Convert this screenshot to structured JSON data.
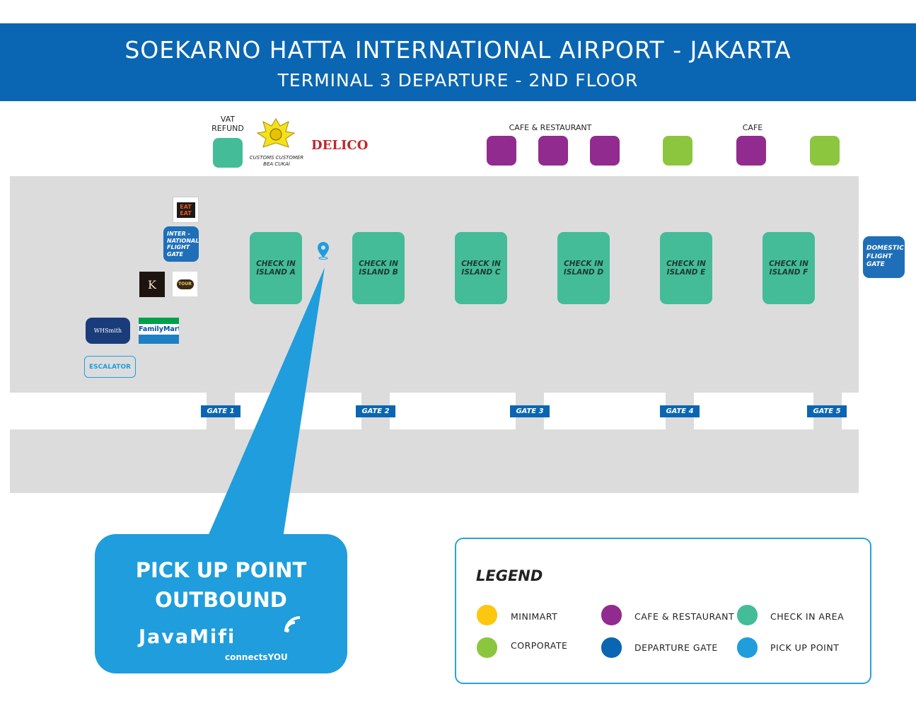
{
  "header": {
    "title": "SOEKARNO HATTA INTERNATIONAL AIRPORT - JAKARTA",
    "subtitle": "TERMINAL 3 DEPARTURE - 2ND FLOOR"
  },
  "top_row": {
    "vat_refund": "VAT\nREFUND",
    "customs": "CUSTOMS CUSTOMER\nBEA CUKAI",
    "delico": "DELICO",
    "cafe_restaurant": "CAFE & RESTAURANT",
    "cafe": "CAFE"
  },
  "left_shops": {
    "eat_eat": "EAT EAT",
    "intl_gate": "INTER -\nNATIONAL\nFLIGHT\nGATE",
    "kafe": "K",
    "tour": "TOUR",
    "wh": "WHSmith",
    "familymart": "FamilyMart",
    "escalator": "ESCALATOR"
  },
  "domestic_gate": "DOMESTIC\nFLIGHT\nGATE",
  "islands": [
    "CHECK IN\nISLAND A",
    "CHECK IN\nISLAND B",
    "CHECK IN\nISLAND C",
    "CHECK IN\nISLAND D",
    "CHECK IN\nISLAND E",
    "CHECK IN\nISLAND F"
  ],
  "gates": [
    "GATE 1",
    "GATE 2",
    "GATE 3",
    "GATE 4",
    "GATE 5"
  ],
  "pickup": {
    "line1": "PICK UP POINT",
    "line2": "OUTBOUND",
    "brand": "JavaMifi",
    "tagline": "connectsYOU"
  },
  "legend": {
    "title": "LEGEND",
    "items": [
      {
        "label": "MINIMART",
        "color": "#fdc70f"
      },
      {
        "label": "CORPORATE",
        "color": "#8cc63f"
      },
      {
        "label": "CAFE & RESTAURANT",
        "color": "#922b8f"
      },
      {
        "label": "DEPARTURE GATE",
        "color": "#0a66b2"
      },
      {
        "label": "CHECK IN AREA",
        "color": "#44bc98"
      },
      {
        "label": "PICK UP POINT",
        "color": "#1f9ddd"
      }
    ]
  },
  "colors": {
    "header": "#0a66b2",
    "checkin": "#44bc98",
    "cafe": "#922b8f",
    "corporate": "#8cc63f",
    "pickup": "#1f9ddd",
    "floor": "#dcdcdc"
  }
}
